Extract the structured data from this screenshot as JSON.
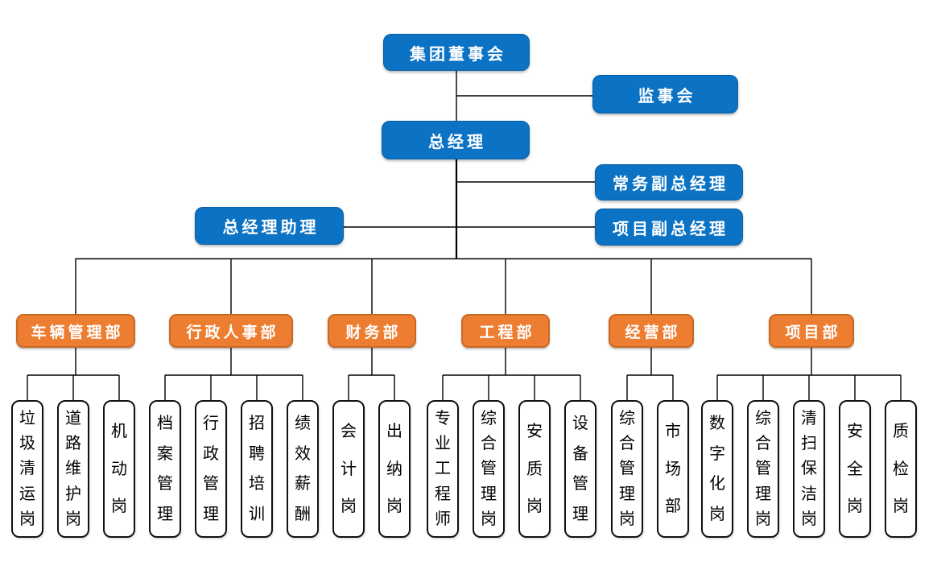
{
  "palette": {
    "blue": "#0b72c4",
    "blue_border": "#0a60a6",
    "orange": "#ed7d31",
    "orange_border": "#c96a23",
    "position_border": "#111111",
    "line_color": "#000000",
    "text_on_color": "#ffffff",
    "text_dark": "#000000"
  },
  "org": {
    "executives": [
      {
        "key": "board",
        "label": "集团董事会"
      },
      {
        "key": "supervisory_board",
        "label": "监事会"
      },
      {
        "key": "general_manager",
        "label": "总经理"
      },
      {
        "key": "executive_deputy_gm",
        "label": "常务副总经理"
      },
      {
        "key": "gm_assistant",
        "label": "总经理助理"
      },
      {
        "key": "project_deputy_gm",
        "label": "项目副总经理"
      }
    ],
    "departments": [
      {
        "label": "车辆管理部",
        "positions": [
          "垃圾清运岗",
          "道路维护岗",
          "机动岗"
        ]
      },
      {
        "label": "行政人事部",
        "positions": [
          "档案管理",
          "行政管理",
          "招聘培训",
          "绩效薪酬"
        ]
      },
      {
        "label": "财务部",
        "positions": [
          "会计岗",
          "出纳岗"
        ]
      },
      {
        "label": "工程部",
        "positions": [
          "专业工程师",
          "综合管理岗",
          "安质岗",
          "设备管理"
        ]
      },
      {
        "label": "经营部",
        "positions": [
          "综合管理岗",
          "市场部"
        ]
      },
      {
        "label": "项目部",
        "positions": [
          "数字化岗",
          "综合管理岗",
          "清扫保洁岗",
          "安全岗",
          "质检岗"
        ]
      }
    ]
  }
}
